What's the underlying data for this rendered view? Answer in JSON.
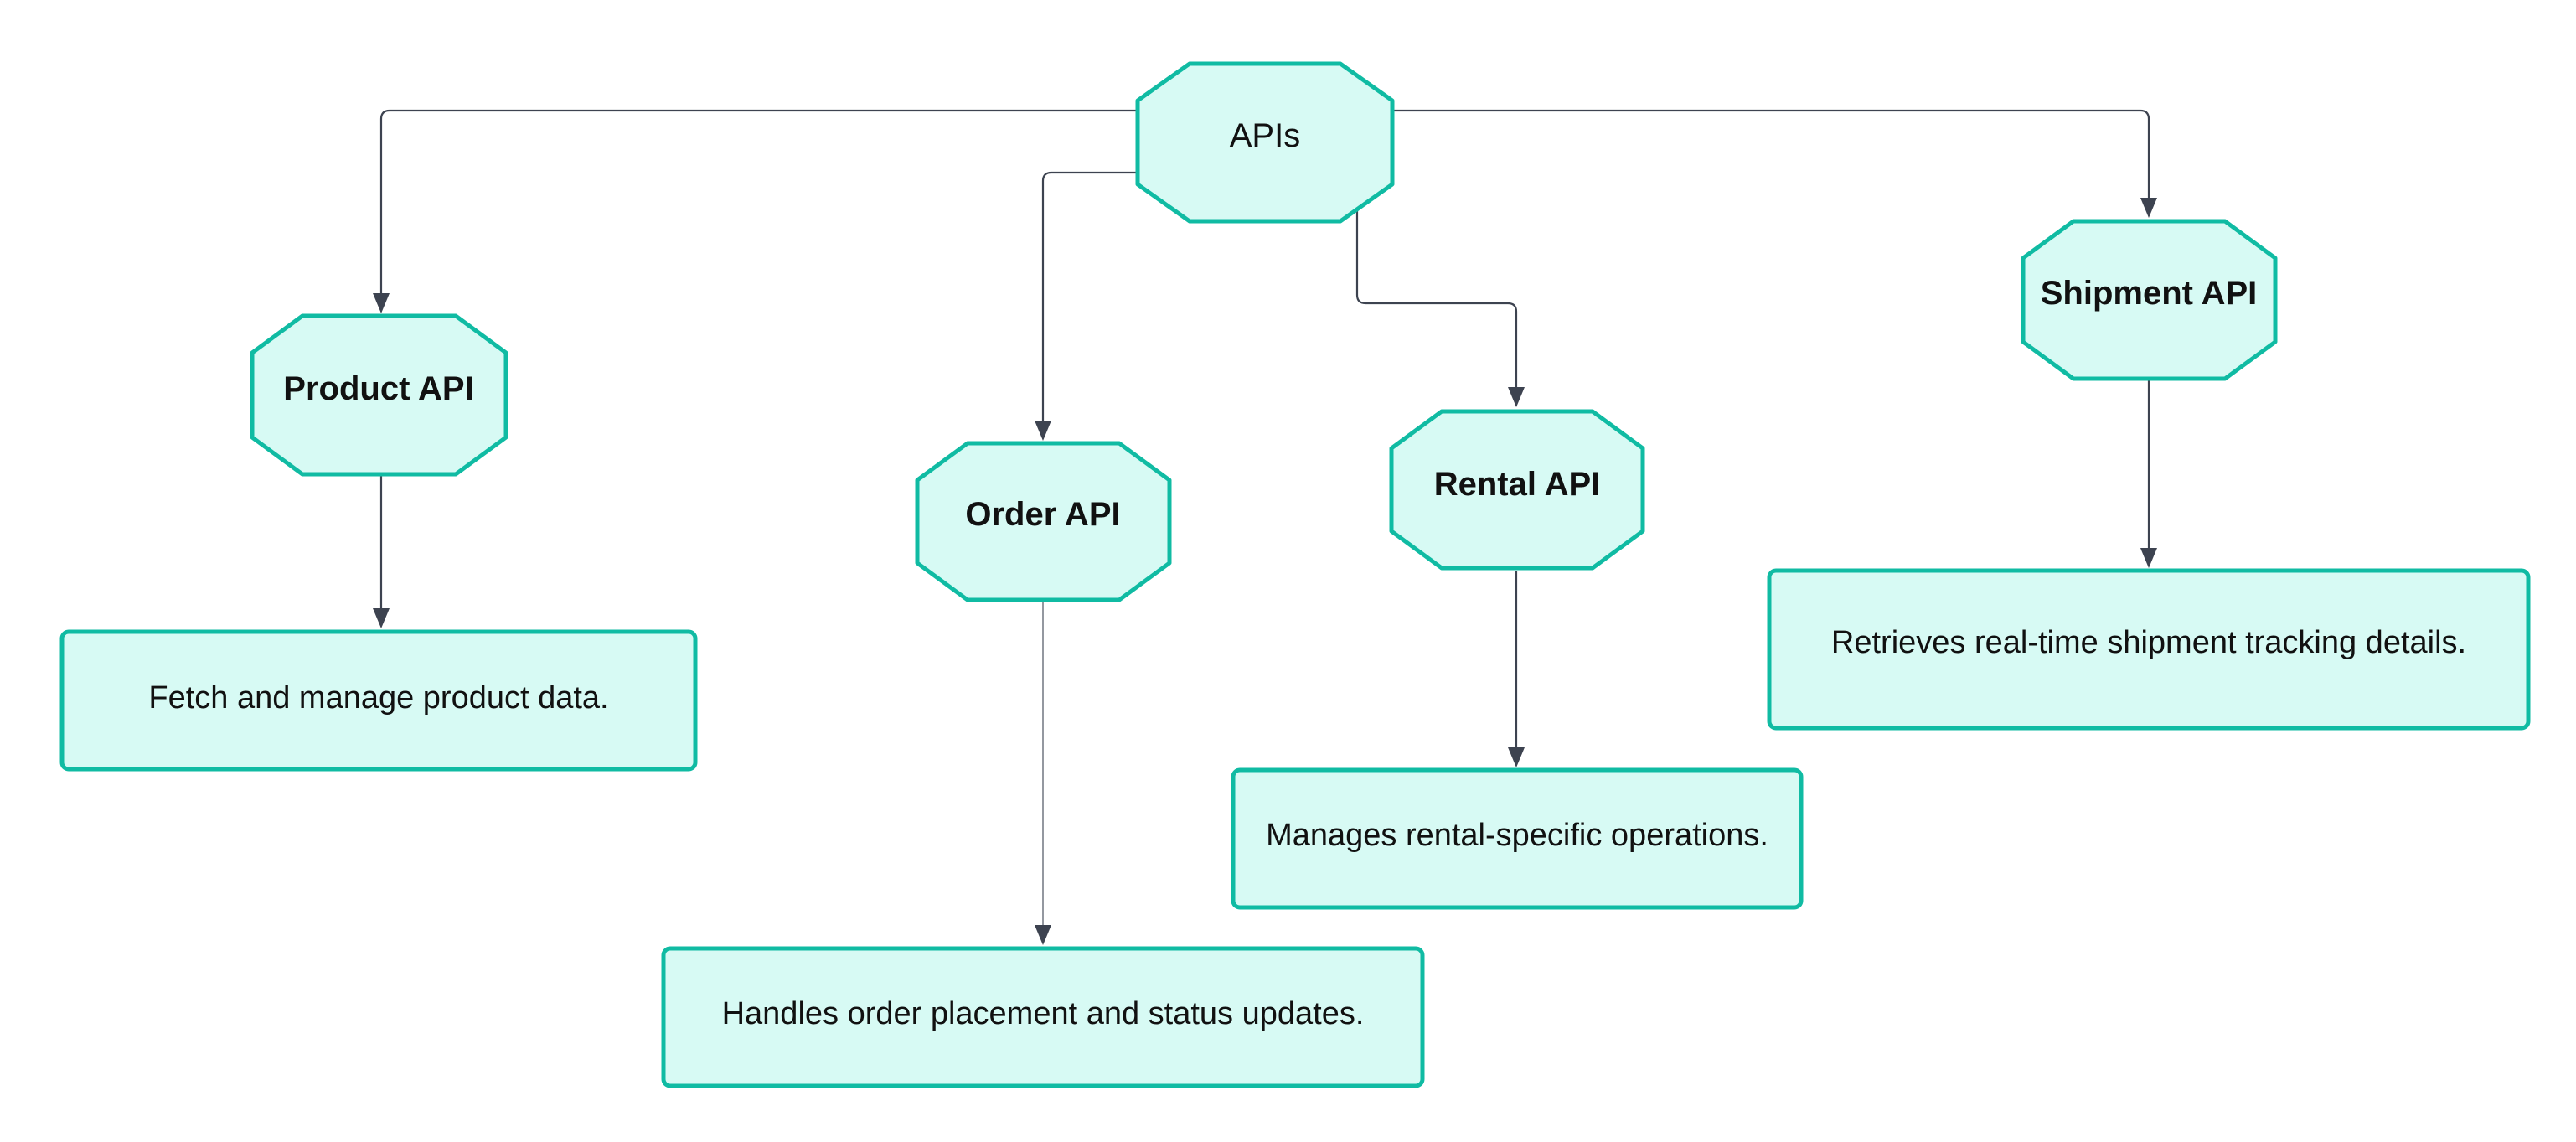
{
  "diagram": {
    "root": {
      "label": "APIs"
    },
    "apis": [
      {
        "label": "Product API",
        "description": "Fetch and manage product data."
      },
      {
        "label": "Order API",
        "description": "Handles order placement and status updates."
      },
      {
        "label": "Rental API",
        "description": "Manages rental-specific operations."
      },
      {
        "label": "Shipment API",
        "description": "Retrieves real-time shipment tracking details."
      }
    ],
    "colors": {
      "node_fill": "#d7faf4",
      "node_stroke": "#10bba3",
      "connector": "#3d4350",
      "text": "#111111"
    }
  }
}
